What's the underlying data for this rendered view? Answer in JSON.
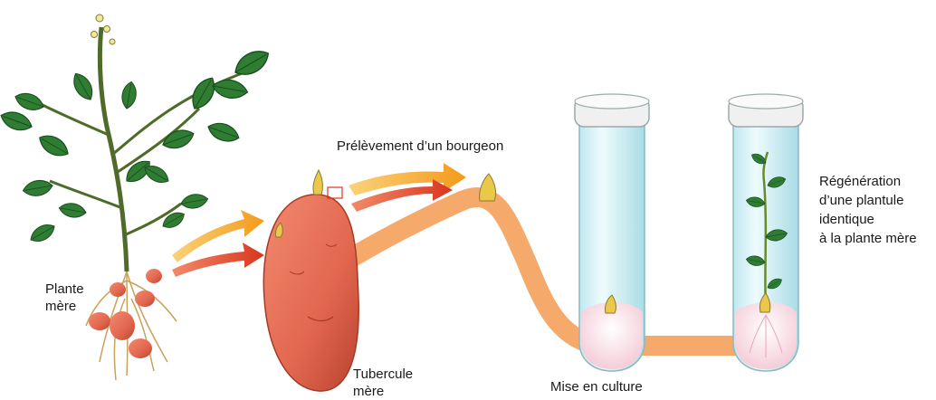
{
  "labels": {
    "plante_mere": "Plante\nmère",
    "prelevement": "Prélèvement d’un bourgeon",
    "tubercule_mere": "Tubercule\nmère",
    "mise_en_culture": "Mise en culture",
    "regeneration": "Régénération\nd’une plantule\nidentique\nà la plante mère"
  },
  "colors": {
    "leaf": "#2e7d32",
    "leaf_dark": "#1b4d20",
    "tuber": "#e2664e",
    "tuber_dark": "#b8432f",
    "pathway": "#f4a15c",
    "arrow_orange": "#f7a824",
    "arrow_red": "#d9361f",
    "tube_glass": "#cfeef3",
    "medium": "#f6d4dd"
  }
}
